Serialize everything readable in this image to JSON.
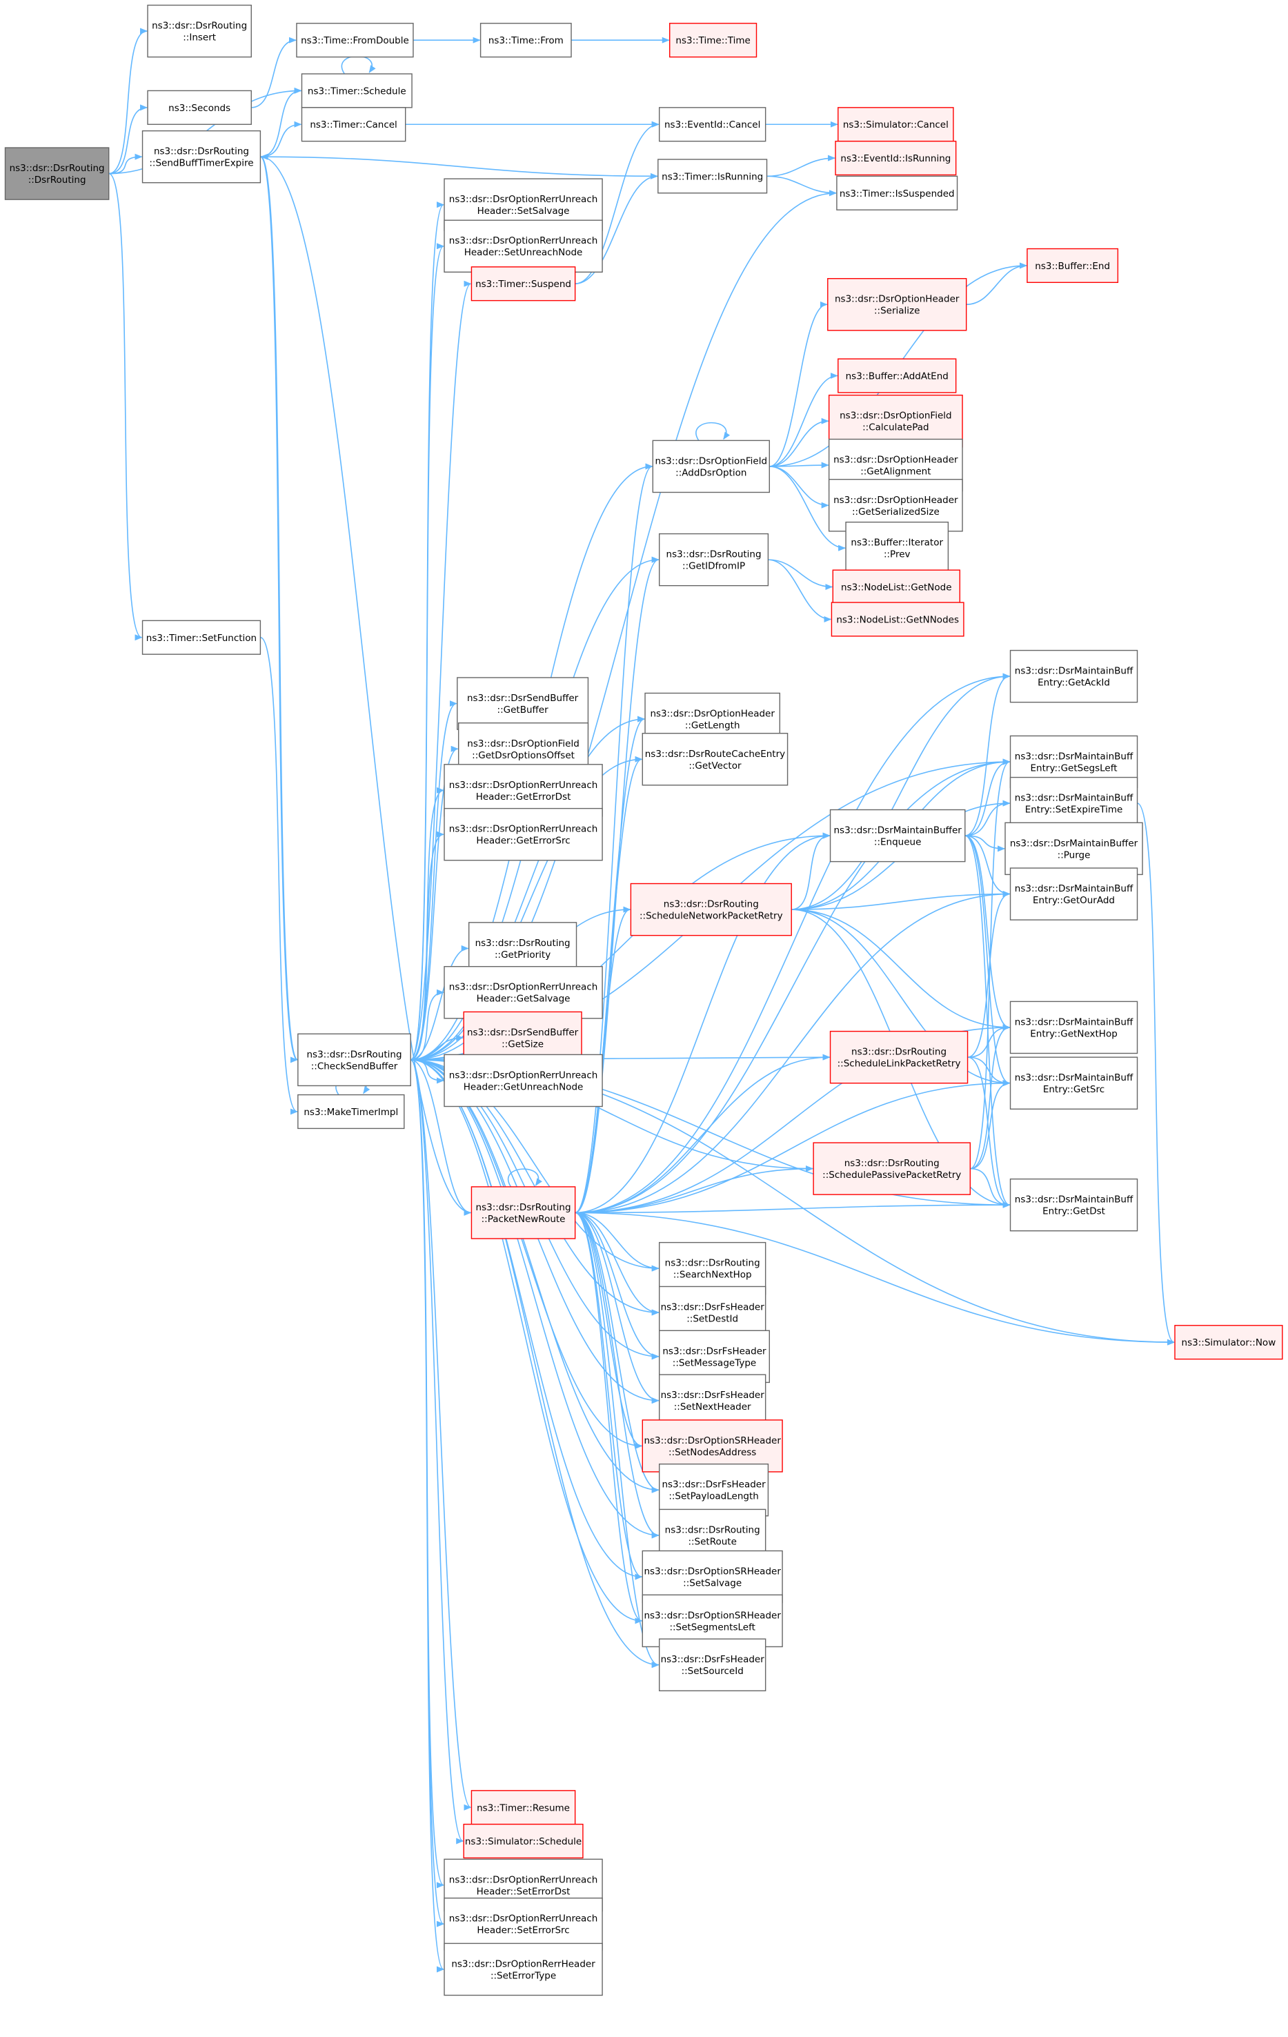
{
  "colors": {
    "edge": "#63b8ff",
    "node_border": "#666666",
    "node_fill": "#ffffff",
    "truncated_border": "#ff0000",
    "truncated_fill": "#fff0f0",
    "root_fill": "#999999"
  },
  "nodes": [
    {
      "id": "root",
      "lines": [
        "ns3::dsr::DsrRouting",
        "::DsrRouting"
      ],
      "style": "root"
    },
    {
      "id": "insert",
      "lines": [
        "ns3::dsr::DsrRouting",
        "::Insert"
      ],
      "style": "normal"
    },
    {
      "id": "seconds",
      "lines": [
        "ns3::Seconds"
      ],
      "style": "normal"
    },
    {
      "id": "fromdouble",
      "lines": [
        "ns3::Time::FromDouble"
      ],
      "style": "normal"
    },
    {
      "id": "from",
      "lines": [
        "ns3::Time::From"
      ],
      "style": "normal"
    },
    {
      "id": "time",
      "lines": [
        "ns3::Time::Time"
      ],
      "style": "red"
    },
    {
      "id": "tschedule",
      "lines": [
        "ns3::Timer::Schedule"
      ],
      "style": "normal"
    },
    {
      "id": "tcancel",
      "lines": [
        "ns3::Timer::Cancel"
      ],
      "style": "normal"
    },
    {
      "id": "evcancel",
      "lines": [
        "ns3::EventId::Cancel"
      ],
      "style": "normal"
    },
    {
      "id": "simcancel",
      "lines": [
        "ns3::Simulator::Cancel"
      ],
      "style": "red"
    },
    {
      "id": "sendbuff",
      "lines": [
        "ns3::dsr::DsrRouting",
        "::SendBuffTimerExpire"
      ],
      "style": "normal"
    },
    {
      "id": "tisrunning",
      "lines": [
        "ns3::Timer::IsRunning"
      ],
      "style": "normal"
    },
    {
      "id": "evisrunning",
      "lines": [
        "ns3::EventId::IsRunning"
      ],
      "style": "red"
    },
    {
      "id": "issuspended",
      "lines": [
        "ns3::Timer::IsSuspended"
      ],
      "style": "normal"
    },
    {
      "id": "setsalvage1",
      "lines": [
        "ns3::dsr::DsrOptionRerrUnreach",
        "Header::SetSalvage"
      ],
      "style": "normal"
    },
    {
      "id": "setunreach",
      "lines": [
        "ns3::dsr::DsrOptionRerrUnreach",
        "Header::SetUnreachNode"
      ],
      "style": "normal"
    },
    {
      "id": "suspend",
      "lines": [
        "ns3::Timer::Suspend"
      ],
      "style": "red"
    },
    {
      "id": "bufend",
      "lines": [
        "ns3::Buffer::End"
      ],
      "style": "red"
    },
    {
      "id": "serialize",
      "lines": [
        "ns3::dsr::DsrOptionHeader",
        "::Serialize"
      ],
      "style": "red"
    },
    {
      "id": "addatend",
      "lines": [
        "ns3::Buffer::AddAtEnd"
      ],
      "style": "red"
    },
    {
      "id": "calcpad",
      "lines": [
        "ns3::dsr::DsrOptionField",
        "::CalculatePad"
      ],
      "style": "red"
    },
    {
      "id": "adddsr",
      "lines": [
        "ns3::dsr::DsrOptionField",
        "::AddDsrOption"
      ],
      "style": "normal"
    },
    {
      "id": "getalign",
      "lines": [
        "ns3::dsr::DsrOptionHeader",
        "::GetAlignment"
      ],
      "style": "normal"
    },
    {
      "id": "getsersize",
      "lines": [
        "ns3::dsr::DsrOptionHeader",
        "::GetSerializedSize"
      ],
      "style": "normal"
    },
    {
      "id": "iterprev",
      "lines": [
        "ns3::Buffer::Iterator",
        "::Prev"
      ],
      "style": "normal"
    },
    {
      "id": "getidfromip",
      "lines": [
        "ns3::dsr::DsrRouting",
        "::GetIDfromIP"
      ],
      "style": "normal"
    },
    {
      "id": "getnode",
      "lines": [
        "ns3::NodeList::GetNode"
      ],
      "style": "red"
    },
    {
      "id": "getnnodes",
      "lines": [
        "ns3::NodeList::GetNNodes"
      ],
      "style": "red"
    },
    {
      "id": "setfunction",
      "lines": [
        "ns3::Timer::SetFunction"
      ],
      "style": "normal"
    },
    {
      "id": "getackid",
      "lines": [
        "ns3::dsr::DsrMaintainBuff",
        "Entry::GetAckId"
      ],
      "style": "normal"
    },
    {
      "id": "getbuffer",
      "lines": [
        "ns3::dsr::DsrSendBuffer",
        "::GetBuffer"
      ],
      "style": "normal"
    },
    {
      "id": "getlength",
      "lines": [
        "ns3::dsr::DsrOptionHeader",
        "::GetLength"
      ],
      "style": "normal"
    },
    {
      "id": "getdsroffset",
      "lines": [
        "ns3::dsr::DsrOptionField",
        "::GetDsrOptionsOffset"
      ],
      "style": "normal"
    },
    {
      "id": "getvector",
      "lines": [
        "ns3::dsr::DsrRouteCacheEntry",
        "::GetVector"
      ],
      "style": "normal"
    },
    {
      "id": "getsegsleft",
      "lines": [
        "ns3::dsr::DsrMaintainBuff",
        "Entry::GetSegsLeft"
      ],
      "style": "normal"
    },
    {
      "id": "geterrordst",
      "lines": [
        "ns3::dsr::DsrOptionRerrUnreach",
        "Header::GetErrorDst"
      ],
      "style": "normal"
    },
    {
      "id": "setexpire",
      "lines": [
        "ns3::dsr::DsrMaintainBuff",
        "Entry::SetExpireTime"
      ],
      "style": "normal"
    },
    {
      "id": "enqueue",
      "lines": [
        "ns3::dsr::DsrMaintainBuffer",
        "::Enqueue"
      ],
      "style": "normal"
    },
    {
      "id": "geterrorsrc",
      "lines": [
        "ns3::dsr::DsrOptionRerrUnreach",
        "Header::GetErrorSrc"
      ],
      "style": "normal"
    },
    {
      "id": "purge",
      "lines": [
        "ns3::dsr::DsrMaintainBuffer",
        "::Purge"
      ],
      "style": "normal"
    },
    {
      "id": "schednet",
      "lines": [
        "ns3::dsr::DsrRouting",
        "::ScheduleNetworkPacketRetry"
      ],
      "style": "red"
    },
    {
      "id": "getouradd",
      "lines": [
        "ns3::dsr::DsrMaintainBuff",
        "Entry::GetOurAdd"
      ],
      "style": "normal"
    },
    {
      "id": "getpriority",
      "lines": [
        "ns3::dsr::DsrRouting",
        "::GetPriority"
      ],
      "style": "normal"
    },
    {
      "id": "getsalvage",
      "lines": [
        "ns3::dsr::DsrOptionRerrUnreach",
        "Header::GetSalvage"
      ],
      "style": "normal"
    },
    {
      "id": "getnexthop",
      "lines": [
        "ns3::dsr::DsrMaintainBuff",
        "Entry::GetNextHop"
      ],
      "style": "normal"
    },
    {
      "id": "getsize",
      "lines": [
        "ns3::dsr::DsrSendBuffer",
        "::GetSize"
      ],
      "style": "red"
    },
    {
      "id": "checksend",
      "lines": [
        "ns3::dsr::DsrRouting",
        "::CheckSendBuffer"
      ],
      "style": "normal"
    },
    {
      "id": "schedlink",
      "lines": [
        "ns3::dsr::DsrRouting",
        "::ScheduleLinkPacketRetry"
      ],
      "style": "red"
    },
    {
      "id": "getunreach",
      "lines": [
        "ns3::dsr::DsrOptionRerrUnreach",
        "Header::GetUnreachNode"
      ],
      "style": "normal"
    },
    {
      "id": "getsrc",
      "lines": [
        "ns3::dsr::DsrMaintainBuff",
        "Entry::GetSrc"
      ],
      "style": "normal"
    },
    {
      "id": "maketimer",
      "lines": [
        "ns3::MakeTimerImpl"
      ],
      "style": "normal"
    },
    {
      "id": "schedpassive",
      "lines": [
        "ns3::dsr::DsrRouting",
        "::SchedulePassivePacketRetry"
      ],
      "style": "red"
    },
    {
      "id": "packetnew",
      "lines": [
        "ns3::dsr::DsrRouting",
        "::PacketNewRoute"
      ],
      "style": "red"
    },
    {
      "id": "getdst",
      "lines": [
        "ns3::dsr::DsrMaintainBuff",
        "Entry::GetDst"
      ],
      "style": "normal"
    },
    {
      "id": "simnow",
      "lines": [
        "ns3::Simulator::Now"
      ],
      "style": "red"
    },
    {
      "id": "searchnext",
      "lines": [
        "ns3::dsr::DsrRouting",
        "::SearchNextHop"
      ],
      "style": "normal"
    },
    {
      "id": "setdestid",
      "lines": [
        "ns3::dsr::DsrFsHeader",
        "::SetDestId"
      ],
      "style": "normal"
    },
    {
      "id": "setmsgtype",
      "lines": [
        "ns3::dsr::DsrFsHeader",
        "::SetMessageType"
      ],
      "style": "normal"
    },
    {
      "id": "setnexthdr",
      "lines": [
        "ns3::dsr::DsrFsHeader",
        "::SetNextHeader"
      ],
      "style": "normal"
    },
    {
      "id": "setnodesaddr",
      "lines": [
        "ns3::dsr::DsrOptionSRHeader",
        "::SetNodesAddress"
      ],
      "style": "red"
    },
    {
      "id": "setpayload",
      "lines": [
        "ns3::dsr::DsrFsHeader",
        "::SetPayloadLength"
      ],
      "style": "normal"
    },
    {
      "id": "setroute",
      "lines": [
        "ns3::dsr::DsrRouting",
        "::SetRoute"
      ],
      "style": "normal"
    },
    {
      "id": "srsetsalvage",
      "lines": [
        "ns3::dsr::DsrOptionSRHeader",
        "::SetSalvage"
      ],
      "style": "normal"
    },
    {
      "id": "setsegsleft",
      "lines": [
        "ns3::dsr::DsrOptionSRHeader",
        "::SetSegmentsLeft"
      ],
      "style": "normal"
    },
    {
      "id": "setsourceid",
      "lines": [
        "ns3::dsr::DsrFsHeader",
        "::SetSourceId"
      ],
      "style": "normal"
    },
    {
      "id": "resume",
      "lines": [
        "ns3::Timer::Resume"
      ],
      "style": "red"
    },
    {
      "id": "simschedule",
      "lines": [
        "ns3::Simulator::Schedule"
      ],
      "style": "red"
    },
    {
      "id": "seterrordst",
      "lines": [
        "ns3::dsr::DsrOptionRerrUnreach",
        "Header::SetErrorDst"
      ],
      "style": "normal"
    },
    {
      "id": "seterrorsrc",
      "lines": [
        "ns3::dsr::DsrOptionRerrUnreach",
        "Header::SetErrorSrc"
      ],
      "style": "normal"
    },
    {
      "id": "seterrortype",
      "lines": [
        "ns3::dsr::DsrOptionRerrHeader",
        "::SetErrorType"
      ],
      "style": "normal"
    }
  ],
  "edges": [
    [
      "root",
      "insert"
    ],
    [
      "root",
      "seconds"
    ],
    [
      "root",
      "tschedule"
    ],
    [
      "root",
      "sendbuff"
    ],
    [
      "root",
      "setfunction"
    ],
    [
      "seconds",
      "fromdouble"
    ],
    [
      "fromdouble",
      "from"
    ],
    [
      "from",
      "time"
    ],
    [
      "tschedule",
      "tschedule"
    ],
    [
      "sendbuff",
      "tschedule"
    ],
    [
      "sendbuff",
      "tcancel"
    ],
    [
      "sendbuff",
      "tisrunning"
    ],
    [
      "sendbuff",
      "checksend"
    ],
    [
      "tcancel",
      "evcancel"
    ],
    [
      "evcancel",
      "simcancel"
    ],
    [
      "tisrunning",
      "evisrunning"
    ],
    [
      "tisrunning",
      "issuspended"
    ],
    [
      "suspend",
      "evcancel"
    ],
    [
      "suspend",
      "tisrunning"
    ],
    [
      "serialize",
      "bufend"
    ],
    [
      "adddsr",
      "adddsr"
    ],
    [
      "adddsr",
      "serialize"
    ],
    [
      "adddsr",
      "addatend"
    ],
    [
      "adddsr",
      "calcpad"
    ],
    [
      "adddsr",
      "getalign"
    ],
    [
      "adddsr",
      "getsersize"
    ],
    [
      "adddsr",
      "iterprev"
    ],
    [
      "adddsr",
      "bufend"
    ],
    [
      "getidfromip",
      "getnode"
    ],
    [
      "getidfromip",
      "getnnodes"
    ],
    [
      "setfunction",
      "maketimer"
    ],
    [
      "maketimer",
      "maketimer"
    ],
    [
      "checksend",
      "sendbuff"
    ],
    [
      "checksend",
      "setsalvage1"
    ],
    [
      "checksend",
      "setunreach"
    ],
    [
      "checksend",
      "suspend"
    ],
    [
      "checksend",
      "issuspended"
    ],
    [
      "checksend",
      "adddsr"
    ],
    [
      "checksend",
      "getidfromip"
    ],
    [
      "checksend",
      "getbuffer"
    ],
    [
      "checksend",
      "getlength"
    ],
    [
      "checksend",
      "getdsroffset"
    ],
    [
      "checksend",
      "getvector"
    ],
    [
      "checksend",
      "geterrordst"
    ],
    [
      "checksend",
      "geterrorsrc"
    ],
    [
      "checksend",
      "enqueue"
    ],
    [
      "checksend",
      "schednet"
    ],
    [
      "checksend",
      "getpriority"
    ],
    [
      "checksend",
      "getsalvage"
    ],
    [
      "checksend",
      "getsize"
    ],
    [
      "checksend",
      "getunreach"
    ],
    [
      "checksend",
      "packetnew"
    ],
    [
      "checksend",
      "schedlink"
    ],
    [
      "checksend",
      "schedpassive"
    ],
    [
      "checksend",
      "getdst"
    ],
    [
      "checksend",
      "searchnext"
    ],
    [
      "checksend",
      "setdestid"
    ],
    [
      "checksend",
      "setmsgtype"
    ],
    [
      "checksend",
      "setnexthdr"
    ],
    [
      "checksend",
      "setnodesaddr"
    ],
    [
      "checksend",
      "setpayload"
    ],
    [
      "checksend",
      "setroute"
    ],
    [
      "checksend",
      "srsetsalvage"
    ],
    [
      "checksend",
      "setsegsleft"
    ],
    [
      "checksend",
      "setsourceid"
    ],
    [
      "checksend",
      "resume"
    ],
    [
      "checksend",
      "simschedule"
    ],
    [
      "checksend",
      "seterrordst"
    ],
    [
      "checksend",
      "seterrorsrc"
    ],
    [
      "checksend",
      "seterrortype"
    ],
    [
      "checksend",
      "simnow"
    ],
    [
      "checksend",
      "getsegsleft"
    ],
    [
      "enqueue",
      "getackid"
    ],
    [
      "enqueue",
      "getsegsleft"
    ],
    [
      "enqueue",
      "setexpire"
    ],
    [
      "enqueue",
      "purge"
    ],
    [
      "enqueue",
      "getouradd"
    ],
    [
      "enqueue",
      "getnexthop"
    ],
    [
      "enqueue",
      "getsrc"
    ],
    [
      "enqueue",
      "getdst"
    ],
    [
      "setexpire",
      "simnow"
    ],
    [
      "schednet",
      "enqueue"
    ],
    [
      "schednet",
      "getackid"
    ],
    [
      "schednet",
      "getsegsleft"
    ],
    [
      "schednet",
      "setexpire"
    ],
    [
      "schednet",
      "getouradd"
    ],
    [
      "schednet",
      "getnexthop"
    ],
    [
      "schednet",
      "getsrc"
    ],
    [
      "schednet",
      "getdst"
    ],
    [
      "schedlink",
      "getouradd"
    ],
    [
      "schedlink",
      "getnexthop"
    ],
    [
      "schedlink",
      "getsrc"
    ],
    [
      "schedlink",
      "getdst"
    ],
    [
      "schedpassive",
      "getsegsleft"
    ],
    [
      "schedpassive",
      "getnexthop"
    ],
    [
      "schedpassive",
      "getsrc"
    ],
    [
      "schedpassive",
      "getdst"
    ],
    [
      "packetnew",
      "packetnew"
    ],
    [
      "packetnew",
      "sendbuff"
    ],
    [
      "packetnew",
      "adddsr"
    ],
    [
      "packetnew",
      "getidfromip"
    ],
    [
      "packetnew",
      "getlength"
    ],
    [
      "packetnew",
      "getvector"
    ],
    [
      "packetnew",
      "enqueue"
    ],
    [
      "packetnew",
      "schednet"
    ],
    [
      "packetnew",
      "schedlink"
    ],
    [
      "packetnew",
      "schedpassive"
    ],
    [
      "packetnew",
      "getsegsleft"
    ],
    [
      "packetnew",
      "getouradd"
    ],
    [
      "packetnew",
      "getnexthop"
    ],
    [
      "packetnew",
      "getsrc"
    ],
    [
      "packetnew",
      "getdst"
    ],
    [
      "packetnew",
      "getackid"
    ],
    [
      "packetnew",
      "simnow"
    ],
    [
      "packetnew",
      "searchnext"
    ],
    [
      "packetnew",
      "setdestid"
    ],
    [
      "packetnew",
      "setmsgtype"
    ],
    [
      "packetnew",
      "setnexthdr"
    ],
    [
      "packetnew",
      "setnodesaddr"
    ],
    [
      "packetnew",
      "setpayload"
    ],
    [
      "packetnew",
      "setroute"
    ],
    [
      "packetnew",
      "srsetsalvage"
    ],
    [
      "packetnew",
      "setsegsleft"
    ],
    [
      "packetnew",
      "setsourceid"
    ]
  ]
}
